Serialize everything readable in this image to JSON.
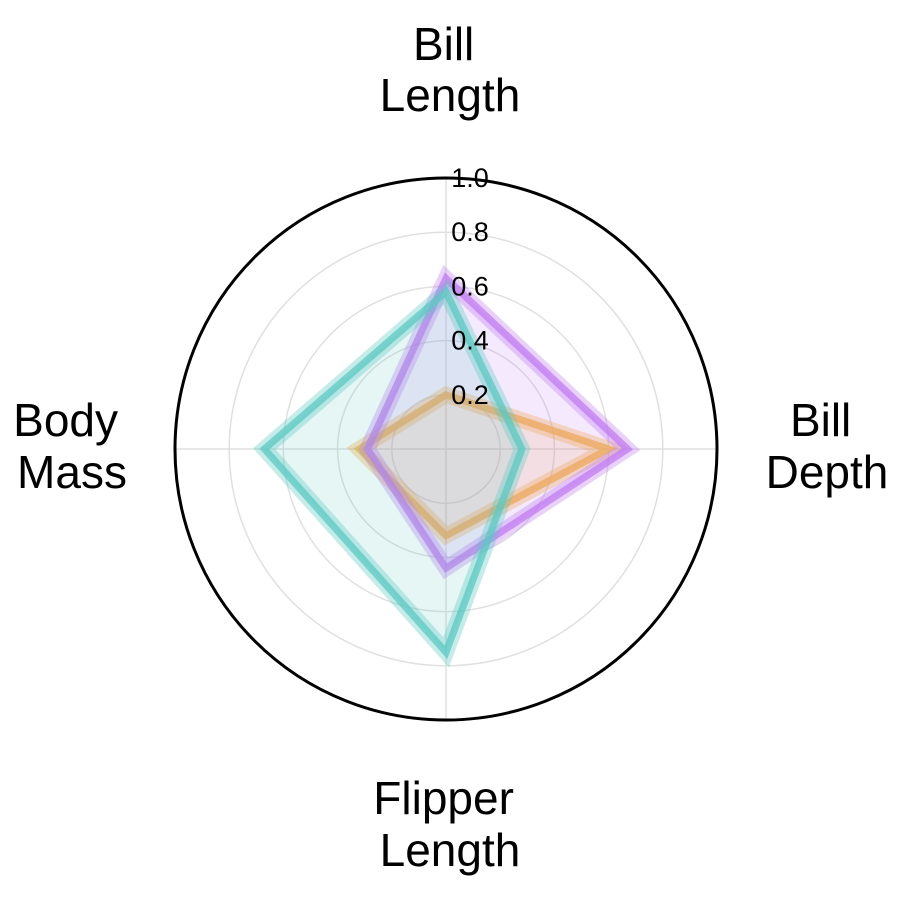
{
  "chart_data": {
    "type": "radar",
    "axes": [
      {
        "key": "bill_length",
        "lines": [
          "Bill",
          "Length"
        ]
      },
      {
        "key": "bill_depth",
        "lines": [
          "Bill",
          "Depth"
        ]
      },
      {
        "key": "flipper_length",
        "lines": [
          "Flipper",
          "Length"
        ]
      },
      {
        "key": "body_mass",
        "lines": [
          "Body",
          "Mass"
        ]
      }
    ],
    "rlim": [
      0,
      1.0
    ],
    "rticks": [
      "0.2",
      "0.4",
      "0.6",
      "0.8",
      "1.0"
    ],
    "rtick_values": [
      0.2,
      0.4,
      0.6,
      0.8,
      1.0
    ],
    "grid": true,
    "series": [
      {
        "values": [
          0.2,
          0.6,
          0.32,
          0.32
        ],
        "color": "#f5b041"
      },
      {
        "values": [
          0.63,
          0.67,
          0.44,
          0.29
        ],
        "color": "#c07bf0"
      },
      {
        "values": [
          0.58,
          0.28,
          0.75,
          0.67
        ],
        "color": "#5cc8c2"
      }
    ]
  }
}
